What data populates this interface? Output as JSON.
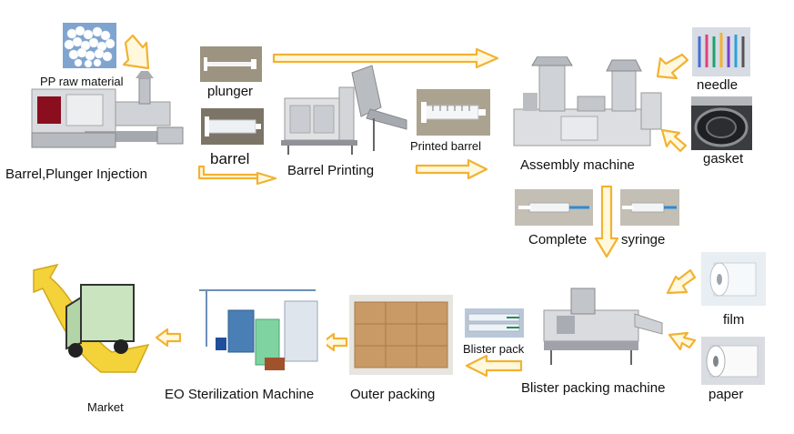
{
  "labels": {
    "pp_raw_material": "PP raw material",
    "injection": "Barrel,Plunger Injection",
    "plunger": "plunger",
    "barrel": "barrel",
    "barrel_printing": "Barrel Printing",
    "printed_barrel": "Printed barrel",
    "assembly_machine": "Assembly machine",
    "needle": "needle",
    "gasket": "gasket",
    "complete": "Complete",
    "syringe": "syringe",
    "film": "film",
    "paper": "paper",
    "blister_packing_machine": "Blister packing machine",
    "blister_pack": "Blister pack",
    "outer_packing": "Outer packing",
    "eo_sterilization": "EO Sterilization Machine",
    "market": "Market"
  },
  "colors": {
    "arrow_fill": "#fff8dc",
    "arrow_stroke": "#f2b233",
    "machine_gray": "#c9cbcd",
    "carton_brown": "#c99a66",
    "road_yellow": "#f3d23a",
    "truck_green": "#c9e4bf"
  }
}
